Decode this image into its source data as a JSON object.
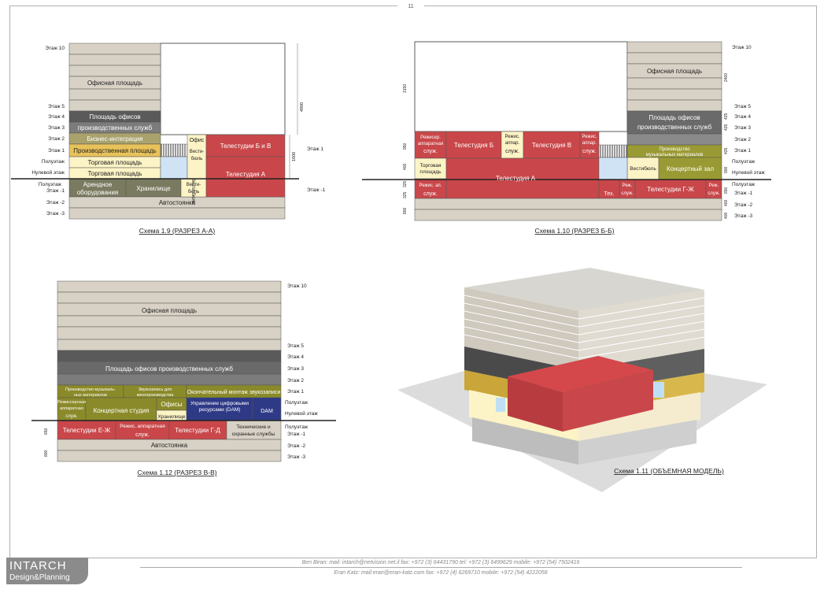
{
  "page": {
    "number": "11"
  },
  "floors": {
    "f10": "Этаж 10",
    "f5": "Этаж 5",
    "f4": "Этаж 4",
    "f3": "Этаж 3",
    "f2": "Этаж 2",
    "f1": "Этаж 1",
    "half": "Полуэтаж",
    "zero": "Нулевой этаж",
    "m1": "Этаж -1",
    "m2": "Этаж -2",
    "m3": "Этаж -3"
  },
  "s19": {
    "caption": "Схема 1.9 (РАЗРЕЗ А-А)",
    "office": "Офисная площадь",
    "prod1": "Площадь офисов",
    "prod2": "производственных служб",
    "biz": "Бизнес-интеграция",
    "industrial": "Производственная площадь",
    "trade": "Торговая площадь",
    "rental1": "Арендное",
    "rental2": "оборудования",
    "storage": "Хранилище",
    "parking": "Автостоянка",
    "offices_small": "Офис",
    "vest_v": "Вести-бюль",
    "vest_v2": "Вести-бюль",
    "vest_h1": "Вести-",
    "vest_h2": "бюль",
    "studio_bv": "Телестудии Б и В",
    "studio_a": "Телестудия А",
    "dim_4900": "4900",
    "dim_1600": "1600"
  },
  "s110": {
    "caption": "Схема 1.10  (РАЗРЕЗ Б-Б)",
    "office": "Офисная площадь",
    "prod1": "Площадь офисов",
    "prod2": "производственных служб",
    "music1": "Производство",
    "music2": "музыкальных материалов",
    "vestibule": "Вестибюль",
    "concert": "Концертный зал",
    "reg1": "Режисер.",
    "reg2": "аппаратная",
    "reg3": "служ.",
    "studio_b": "Телестудия Б",
    "studio_v": "Телестудия В",
    "rezh1": "Режис.",
    "rezh2": "аппар.",
    "sluzh": "служ.",
    "trade1": "Торговая",
    "trade2": "площадь",
    "studio_a": "Телестудия А",
    "rezh_ap": "Режис. ап.",
    "tech": "Тех.",
    "rezh_short": "Реж.",
    "studio_gzh": "Телестудии Г-Ж",
    "dims": [
      "3150",
      "2400",
      "425",
      "425",
      "950",
      "425",
      "400",
      "900",
      "325",
      "325",
      "650",
      "400",
      "800",
      "400"
    ]
  },
  "s112": {
    "caption": "Схема 1.12 (РАЗРЕЗ В-В)",
    "office": "Офисная площадь",
    "prod": "Площадь офисов производственных служб",
    "music1": "Производство музыкаль-",
    "music2": "ных материалов",
    "sound1": "Звукозапись для",
    "sound2": "кинопроизводства",
    "mix": "Окончательный монтаж звукозаписи",
    "reg1": "Режиссерская",
    "reg2": "аппаратная",
    "reg3": "служ.",
    "concert": "Концертная студия",
    "offices": "Офисы",
    "storage": "Хранилище",
    "dam1": "Управление цифровыми",
    "dam2": "ресурсами (DAM)",
    "dam": "DAM",
    "studio_ezh": "Телестудии Е-Ж",
    "rezh1": "Режис. аппаратная",
    "rezh2": "служ.",
    "studio_gd": "Телестудии Г-Д",
    "tech1": "Технические и",
    "tech2": "охранные службы",
    "parking": "Автостоянка",
    "dim_650": "650",
    "dim_800": "800"
  },
  "s111": {
    "caption": "Схема 1.11 (ОБЪЕМНАЯ МОДЕЛЬ)"
  },
  "footer": {
    "line1": "Ben Biran:   mail: intarch@netvision.net.il    fax: +972 (3) 64431790    tel: +972 (3) 6499629    mobile: +972 (54) 7502416",
    "line2": "Eran Katz:    mail:eran@eran-katz.com          fax: +972 (4) 6269710         mobile: +972 (54) 4222058"
  },
  "logo": {
    "line1": "INTARCH",
    "line2": "Design&Planning"
  },
  "colors": {
    "floor": "#d6d0c4",
    "dark": "#5a5a5a",
    "mid": "#7f7f7f",
    "olive": "#8a8a2a",
    "studio": "#c9474a",
    "cream": "#fcf3c6",
    "gold": "#e8c25a",
    "blue": "#2e3a86",
    "lightblue": "#cfe3f5"
  }
}
